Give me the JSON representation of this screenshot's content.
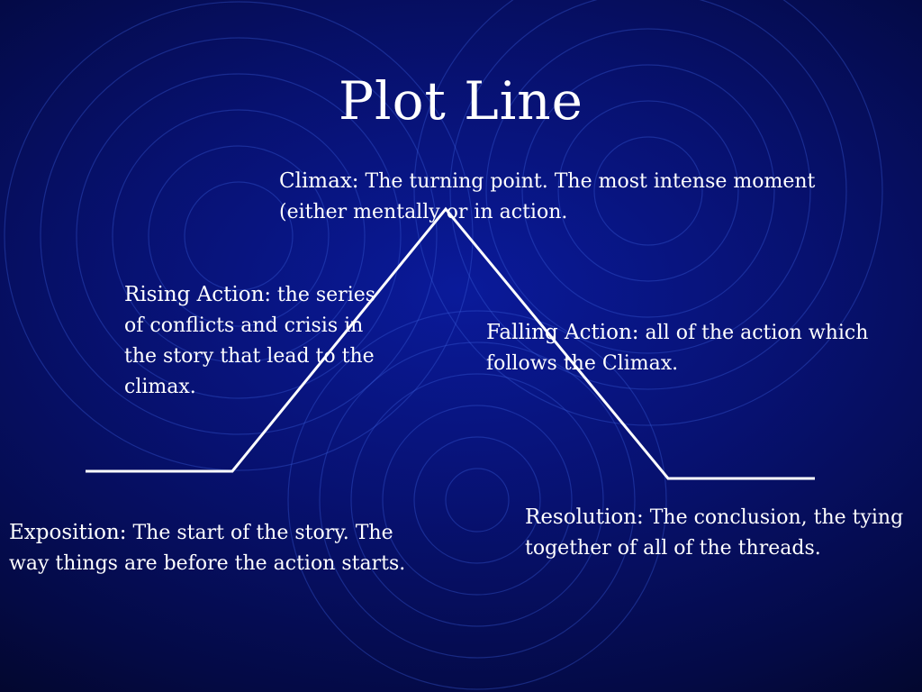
{
  "slide": {
    "title": "Plot Line"
  },
  "plot_segments": {
    "exposition": {
      "term": "Exposition:",
      "definition": "  The start of the story. The way things are before the action starts."
    },
    "rising_action": {
      "term": "Rising Action",
      "definition": ": the series of conflicts and crisis in the story that lead to the climax."
    },
    "climax": {
      "term": "Climax:",
      "definition": " The turning point.  The most intense moment (either mentally or in action."
    },
    "falling_action": {
      "term": "Falling Action:",
      "definition": " all of the action which follows the Climax."
    },
    "resolution": {
      "term": "Resolution:",
      "definition": " The conclusion, the tying together of all of the threads."
    }
  },
  "colors": {
    "text": "#ffffff",
    "line": "#ffffff",
    "background_center": "#0a1a9a",
    "background_edge": "#02051f",
    "rings": "#3a5bd8"
  }
}
